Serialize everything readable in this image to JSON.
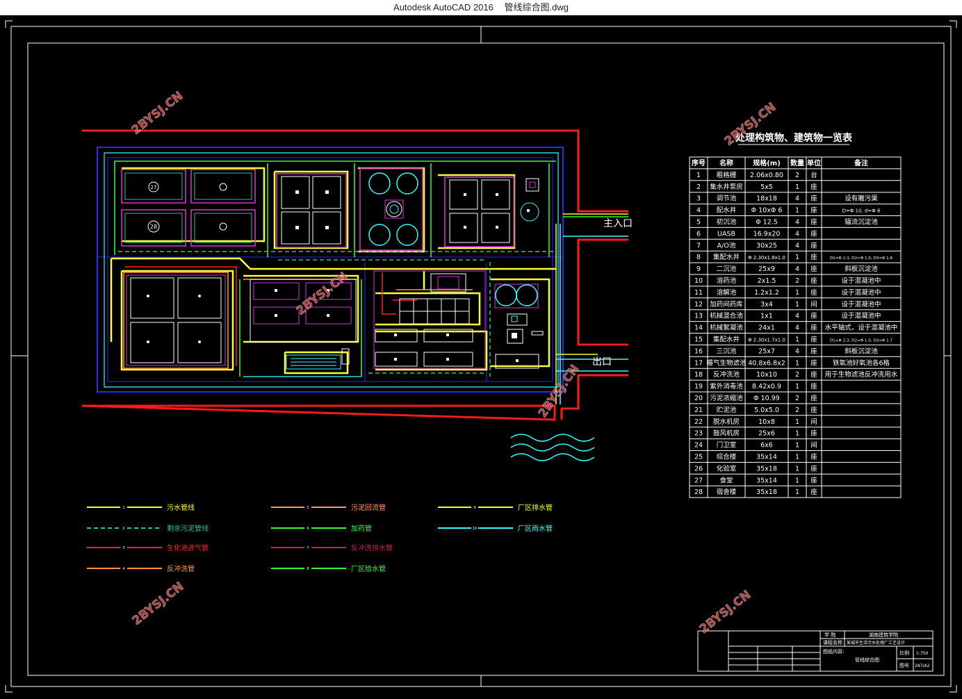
{
  "window": {
    "app_name": "Autodesk AutoCAD 2016",
    "file_name": "管线综合图.dwg"
  },
  "drawing": {
    "main_entrance_label": "主入口",
    "exit_label": "出口",
    "watermark": "2BYSJ.CN",
    "tank_numbers": {
      "t27": "27",
      "t28": "28"
    }
  },
  "colors": {
    "sewage": "#ffff33",
    "sludge": "#22cc88",
    "aeration": "#ff2222",
    "backwash": "#ff9933",
    "return_sludge": "#ff9966",
    "chemical": "#33ff33",
    "drain_backwash": "#cc2244",
    "water_supply": "#33ff33",
    "plant_drain": "#ffff33",
    "rain": "#33ffff",
    "building": "#dd33dd",
    "boundary": "#ff1a1a",
    "road": "#3333ff"
  },
  "legend": [
    {
      "num": "1",
      "label": "污水管线",
      "color": "#ffff33",
      "dash": "",
      "text_color": "#ffff33"
    },
    {
      "num": "2",
      "label": "剩余污泥管线",
      "color": "#22cc88",
      "dash": "6 4",
      "text_color": "#22cc88"
    },
    {
      "num": "3",
      "label": "生化池进气管",
      "color": "#ff2222",
      "dash": "",
      "text_color": "#ff2222"
    },
    {
      "num": "4",
      "label": "反冲洗管",
      "color": "#ff9933",
      "dash": "",
      "text_color": "#ff9933"
    },
    {
      "num": "5",
      "label": "污泥回流管",
      "color": "#ff9966",
      "dash": "",
      "text_color": "#ff9966"
    },
    {
      "num": "6",
      "label": "加药管",
      "color": "#33ff33",
      "dash": "",
      "text_color": "#33ff33"
    },
    {
      "num": "7",
      "label": "反冲洗排水管",
      "color": "#cc2244",
      "dash": "",
      "text_color": "#cc2244"
    },
    {
      "num": "8",
      "label": "厂区给水管",
      "color": "#33ff33",
      "dash": "",
      "text_color": "#33ff33"
    },
    {
      "num": "9",
      "label": "厂区排水管",
      "color": "#ffff33",
      "dash": "",
      "text_color": "#ffff33"
    },
    {
      "num": "10",
      "label": "厂区雨水管",
      "color": "#33ffff",
      "dash": "",
      "text_color": "#33ffff"
    }
  ],
  "structure_table": {
    "title": "处理构筑物、建筑物一览表",
    "headers": [
      "序号",
      "名称",
      "规格(m)",
      "数量",
      "单位",
      "备注"
    ],
    "rows": [
      [
        "1",
        "粗格栅",
        "2.06x0.80",
        "2",
        "台",
        ""
      ],
      [
        "2",
        "集水井泵房",
        "5x5",
        "1",
        "座",
        ""
      ],
      [
        "3",
        "调节池",
        "18x18",
        "4",
        "座",
        "设有撇污渠"
      ],
      [
        "4",
        "配水井",
        "Φ 10xΦ 6",
        "1",
        "座",
        "D=Φ 10, d=Φ 6"
      ],
      [
        "5",
        "初沉池",
        "Φ 12.5",
        "4",
        "座",
        "辐流沉淀池"
      ],
      [
        "6",
        "UASB",
        "16.9x20",
        "4",
        "座",
        ""
      ],
      [
        "7",
        "A/O池",
        "30x25",
        "4",
        "座",
        ""
      ],
      [
        "8",
        "集配水井",
        "Φ 2.30x1.8x1.0",
        "1",
        "座",
        "D1=Φ 2.3, D2=Φ 1.0, D3=Φ 1.8"
      ],
      [
        "9",
        "二沉池",
        "25x9",
        "4",
        "座",
        "斜板沉淀池"
      ],
      [
        "10",
        "溶药池",
        "2x1.5",
        "2",
        "座",
        "设于混凝池中"
      ],
      [
        "11",
        "溶解池",
        "1.2x1.2",
        "1",
        "座",
        "设于混凝池中"
      ],
      [
        "12",
        "加药间药库",
        "3x4",
        "1",
        "间",
        "设于混凝池中"
      ],
      [
        "13",
        "机械混合池",
        "1x1",
        "4",
        "座",
        "设于混凝池中"
      ],
      [
        "14",
        "机械絮凝池",
        "24x1",
        "4",
        "座",
        "水平轴式，设于混凝池中"
      ],
      [
        "15",
        "集配水井",
        "Φ 2.30x1.7x1.0",
        "1",
        "座",
        "D1=Φ 2.3, D2=Φ 1.0, D3=Φ 1.7"
      ],
      [
        "16",
        "三沉池",
        "25x7",
        "4",
        "座",
        "斜板沉淀池"
      ],
      [
        "17",
        "曝气生物滤池",
        "40.8x6.8x2",
        "1",
        "座",
        "铁氧池好氧池各6格"
      ],
      [
        "18",
        "反冲洗池",
        "10x10",
        "2",
        "座",
        "用于生物滤池反冲洗用水"
      ],
      [
        "19",
        "紫外消毒池",
        "8.42x0.9",
        "1",
        "座",
        ""
      ],
      [
        "20",
        "污泥浓缩池",
        "Φ 10.99",
        "2",
        "座",
        ""
      ],
      [
        "21",
        "贮泥池",
        "5.0x5.0",
        "2",
        "座",
        ""
      ],
      [
        "22",
        "脱水机房",
        "10x8",
        "1",
        "间",
        ""
      ],
      [
        "23",
        "鼓风机房",
        "25x6",
        "1",
        "座",
        ""
      ],
      [
        "24",
        "门卫室",
        "6x6",
        "1",
        "间",
        ""
      ],
      [
        "25",
        "综合楼",
        "35x14",
        "1",
        "座",
        ""
      ],
      [
        "26",
        "化验室",
        "35x18",
        "1",
        "座",
        ""
      ],
      [
        "27",
        "食堂",
        "35x14",
        "1",
        "座",
        ""
      ],
      [
        "28",
        "宿舍楼",
        "35x18",
        "1",
        "座",
        ""
      ]
    ]
  },
  "title_block": {
    "school_label": "学 院",
    "school_name": "湖南建筑学院",
    "project_label": "课程名称",
    "project_name": "某城市生活污水处理厂工艺设计",
    "drawing_content_label": "图纸内容:",
    "drawing_name": "管线综合图",
    "scale_label": "比例",
    "scale_value": "1:750",
    "sheet_label": "图号",
    "sheet_value": "287/A2"
  }
}
